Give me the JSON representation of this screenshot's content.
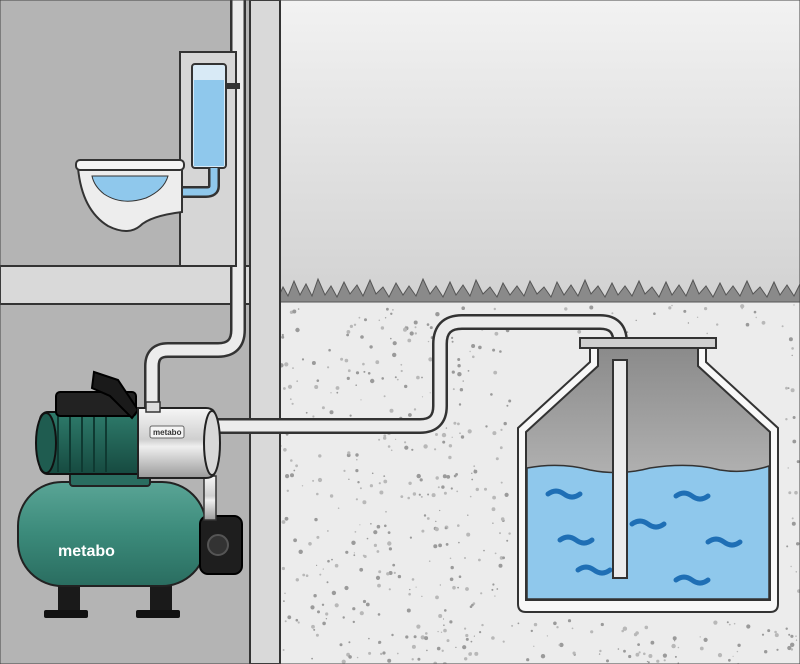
{
  "brand": {
    "tank_label": "metabo",
    "motor_badge": "metabo"
  },
  "colors": {
    "wall_gray": "#a3a3a3",
    "room_back": "#8e8e8e",
    "sky": "#d8d8d8",
    "soil": "#ebebeb",
    "water": "#8fc8ec",
    "water_waves": "#1f6fb5",
    "pump_tank_green": "#3b8a7a",
    "pump_motor_green": "#1f5c50",
    "grass": "#7d7d7d",
    "pipe_fill": "#e6e6e6"
  },
  "diagram": {
    "elements": [
      "toilet",
      "cistern",
      "pressure-tank",
      "pump-motor",
      "pump-head",
      "suction-pipe",
      "rainwater-tank",
      "water",
      "grass",
      "ground"
    ]
  }
}
